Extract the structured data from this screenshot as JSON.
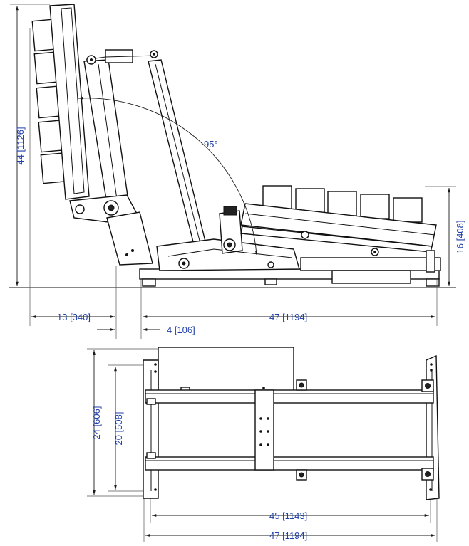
{
  "dimensions": {
    "height_side": "44 [1126]",
    "angle": "95°",
    "seat_height": "16 [408]",
    "rear_offset": "13 [340]",
    "length_side": "47 [1194]",
    "offset_small": "4 [106]",
    "width_overall": "24 [606]",
    "width_inner": "20 [508]",
    "length_inner": "45 [1143]",
    "length_plan": "47 [1194]"
  },
  "colors": {
    "dimension_text": "#1f3fa8",
    "line": "#111111"
  }
}
